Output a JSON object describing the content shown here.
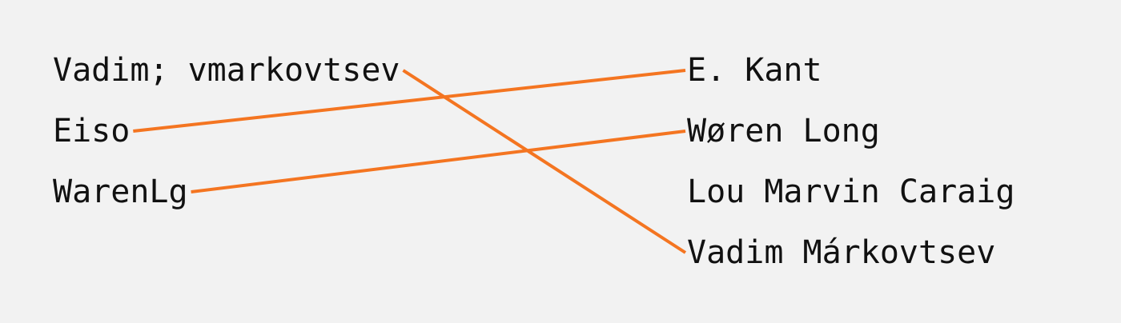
{
  "left_names": [
    {
      "id": "vadim-vmarkovtsev",
      "text": "Vadim; vmarkovtsev"
    },
    {
      "id": "eiso",
      "text": "Eiso"
    },
    {
      "id": "warenlg",
      "text": "WarenLg"
    }
  ],
  "right_names": [
    {
      "id": "e-kant",
      "text": "E. Kant"
    },
    {
      "id": "woren-long",
      "text": "Wøren Long"
    },
    {
      "id": "lou-marvin-caraig",
      "text": "Lou Marvin Caraig"
    },
    {
      "id": "vadim-markovtsev",
      "text": "Vadim Márkovtsev"
    }
  ],
  "links": [
    {
      "from": "vadim-vmarkovtsev",
      "to": "vadim-markovtsev"
    },
    {
      "from": "eiso",
      "to": "e-kant"
    },
    {
      "from": "warenlg",
      "to": "woren-long"
    }
  ],
  "colors": {
    "background": "#f2f2f2",
    "text": "#111111",
    "link": "#f47521"
  }
}
